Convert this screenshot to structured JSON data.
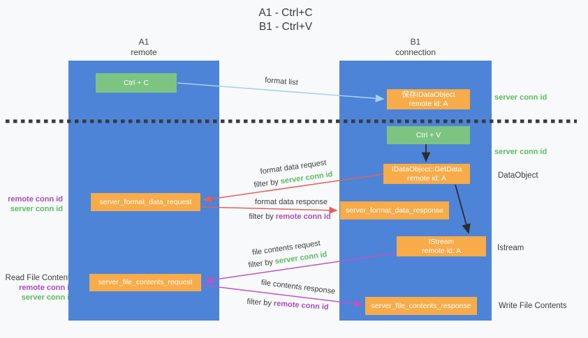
{
  "title": {
    "line1": "A1 - Ctrl+C",
    "line2": "B1 - Ctrl+V"
  },
  "lanes": {
    "a1": {
      "name": "A1",
      "subtitle": "remote"
    },
    "b1": {
      "name": "B1",
      "subtitle": "connection"
    }
  },
  "nodes": {
    "ctrl_c": {
      "label": "Ctrl + C"
    },
    "ctrl_v": {
      "label": "Ctrl + V"
    },
    "save_dataobject": {
      "line1": "保存IDataObject",
      "line2": "remote id: A"
    },
    "getdata": {
      "line1": "IDataObject::GetData",
      "line2": "remote id: A"
    },
    "istream": {
      "line1": "IStream",
      "line2": "remote id: A"
    },
    "server_format_data_request": {
      "label": "server_format_data_request"
    },
    "server_format_data_response": {
      "label": "server_format_data_response"
    },
    "server_file_contents_request": {
      "label": "server_file_contents_request"
    },
    "server_file_contents_response": {
      "label": "server_file_contents_response"
    }
  },
  "flow_labels": {
    "format_list": "format list",
    "format_data_request": "format data request",
    "format_data_response": "format data response",
    "file_contents_request": "file contents request",
    "file_contents_response": "file contents response",
    "filter_by": "filter by ",
    "server_conn_id": "server conn id",
    "remote_conn_id": "remote conn id"
  },
  "annotations": {
    "server_conn_id_top_right": "server conn id",
    "server_conn_id_mid_right": "server conn id",
    "dataobject": "DataObject",
    "istream": "Istream",
    "write_file_contents": "Write File Contents",
    "read_file_contents": "Read File Contents",
    "remote_conn_id_left_upper": "remote conn id",
    "server_conn_id_left_upper": "server conn id",
    "remote_conn_id_left_lower": "remote conn id",
    "server_conn_id_left_lower": "server conn id"
  },
  "colors": {
    "background": "#f8f9fa",
    "lane_fill": "#4d84d8",
    "action_green": "#7dc483",
    "node_orange": "#f7ab49",
    "conn_id_green": "#5cba63",
    "conn_id_purple": "#a64cbf",
    "arrow_red": "#e3605a",
    "arrow_magenta": "#bf54c1",
    "arrow_light_blue": "#a6d1ee",
    "arrow_black": "#2d2d2d",
    "separator_dark": "#3a3a3a",
    "text_dark": "#3c3c3c"
  }
}
